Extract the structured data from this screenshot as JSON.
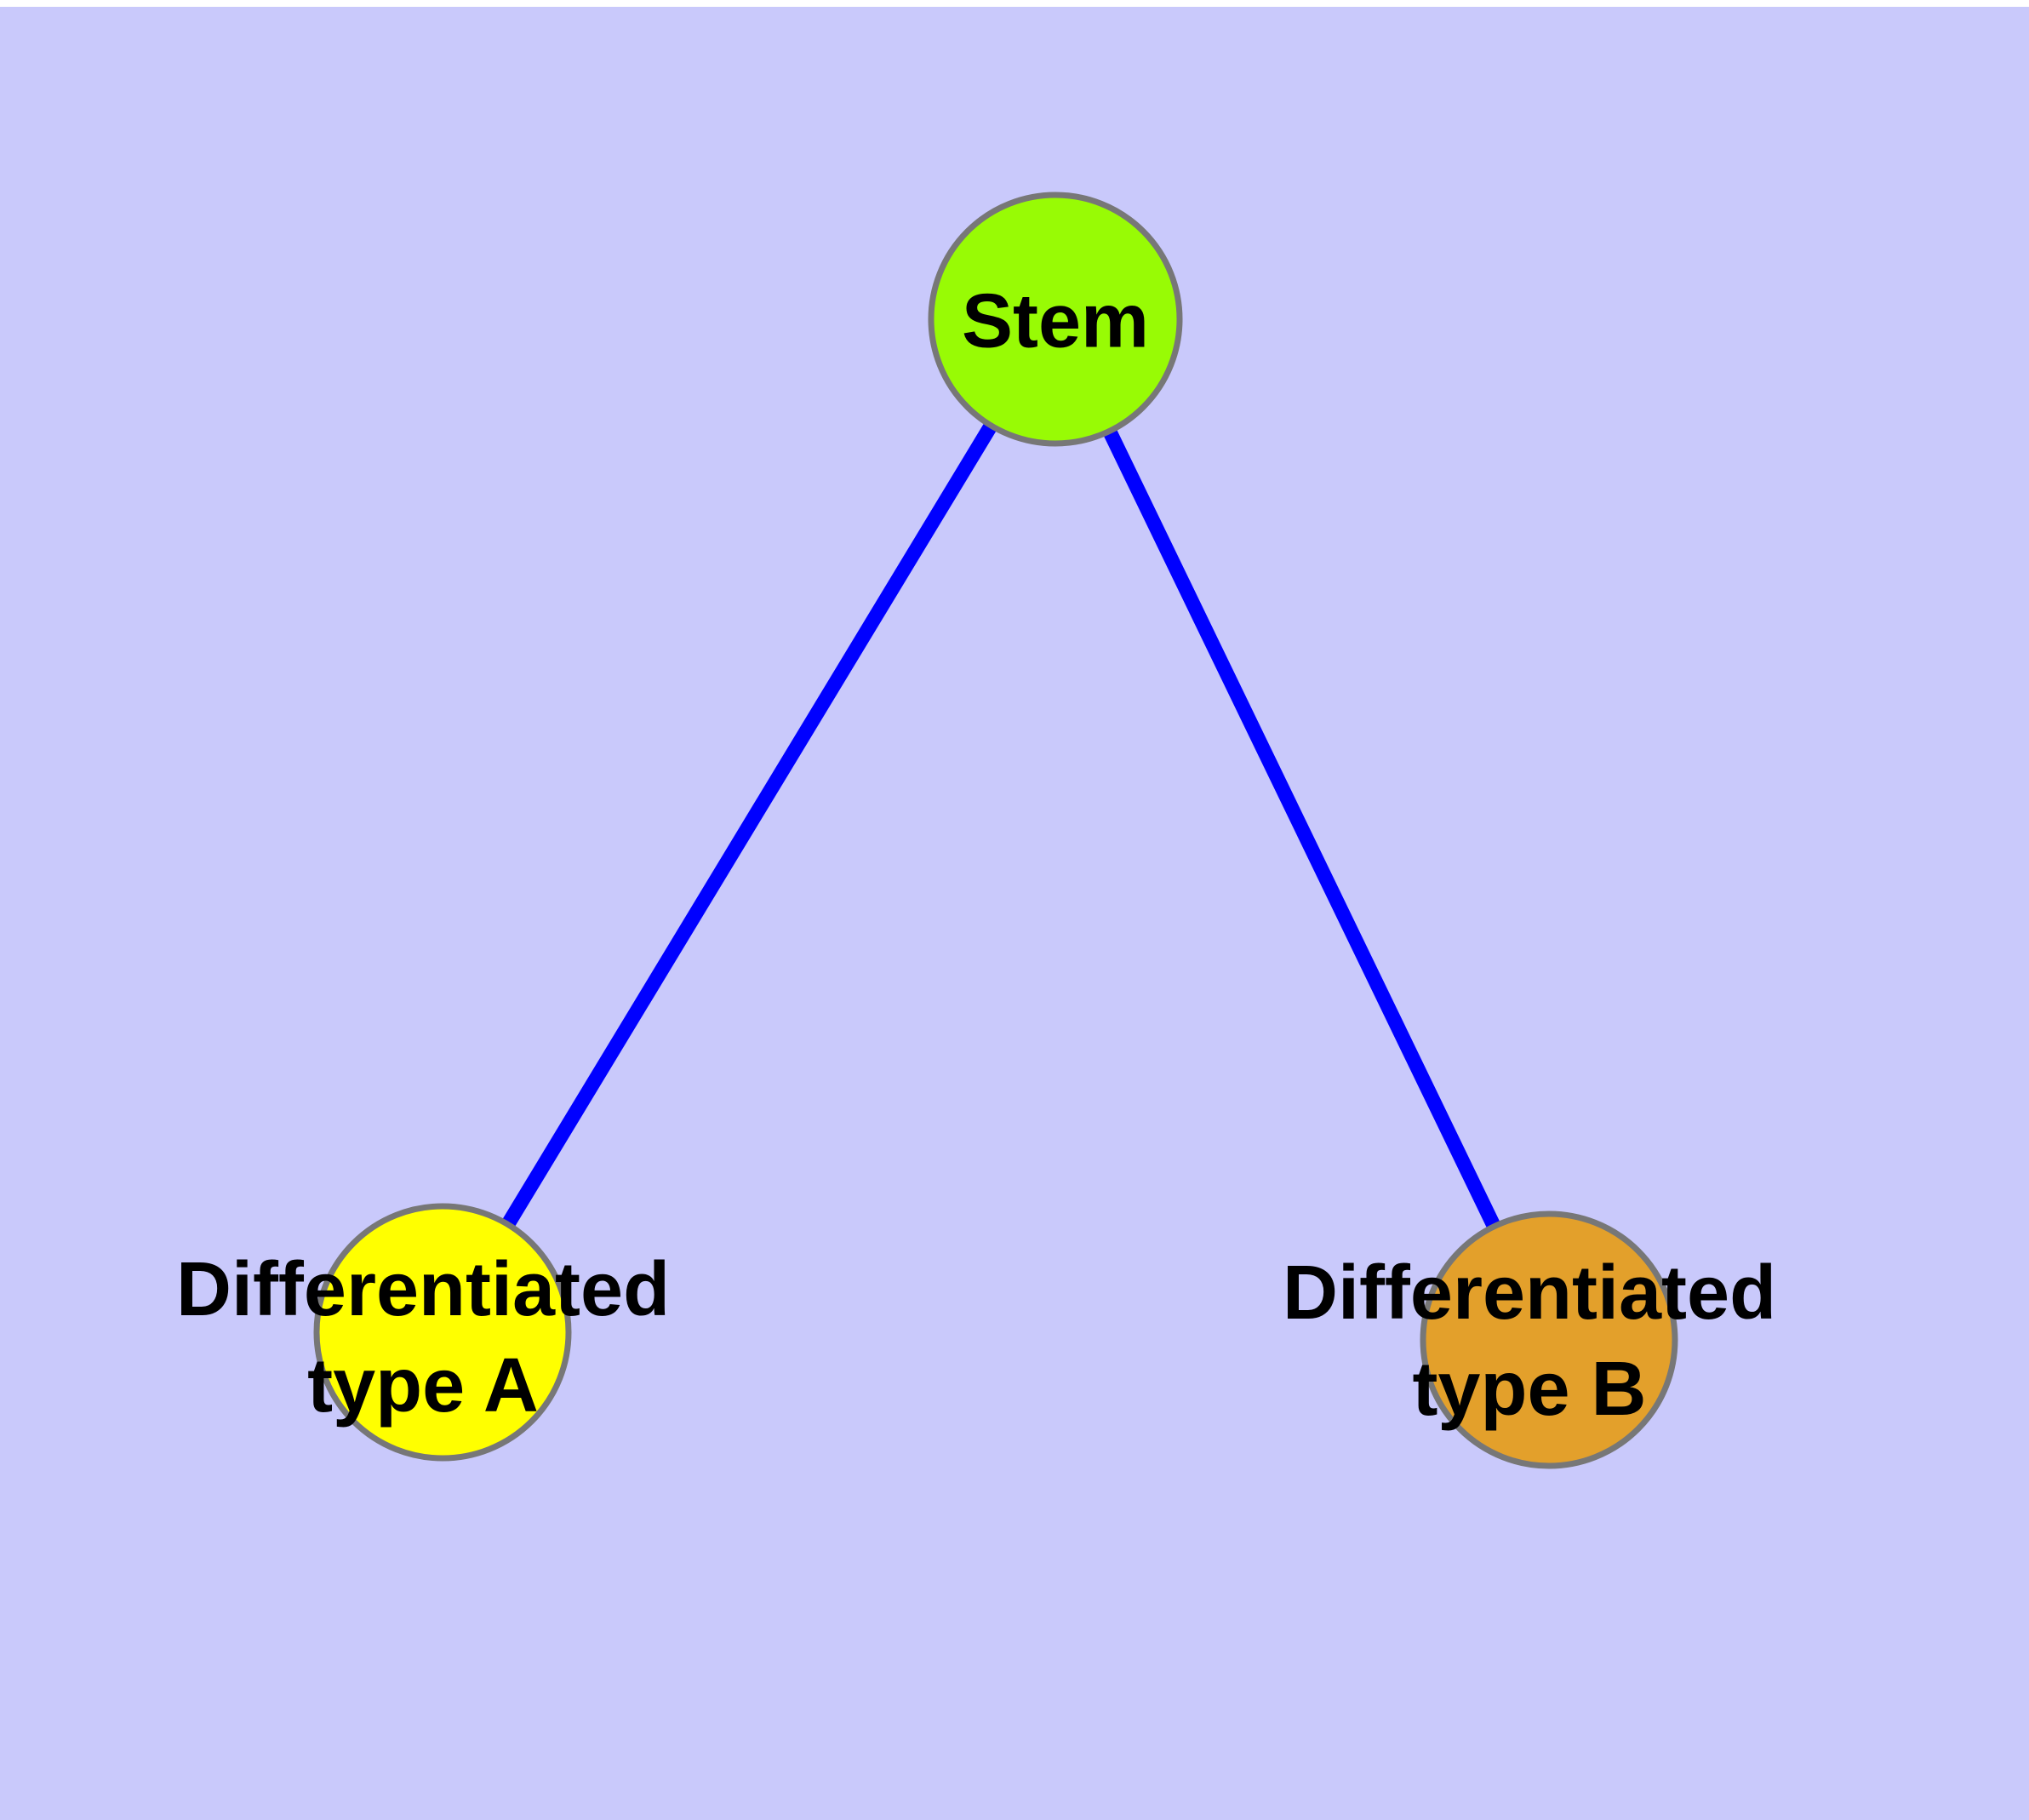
{
  "diagram": {
    "background_color": "#C9C9FB",
    "label_color": "#000000",
    "nodes": [
      {
        "id": "stem",
        "label": "Stem",
        "fill": "#98FB05",
        "border": "#777777"
      },
      {
        "id": "type-a",
        "label": "Differentiated\ntype A",
        "fill": "#FFFF00",
        "border": "#777777"
      },
      {
        "id": "type-b",
        "label": "Differentiated\ntype B",
        "fill": "#E3A02B",
        "border": "#777777"
      }
    ],
    "edges": [
      {
        "from": "stem",
        "to": "type-a",
        "color": "#0000FF"
      },
      {
        "from": "stem",
        "to": "type-b",
        "color": "#0000FF"
      }
    ]
  }
}
